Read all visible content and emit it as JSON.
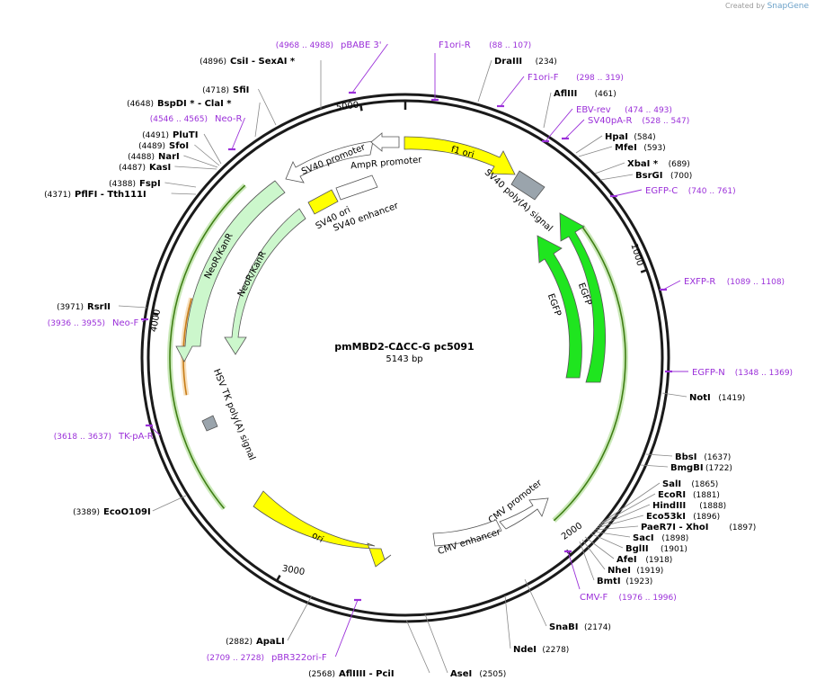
{
  "credit": {
    "prefix": "Created by",
    "brand": "SnapGene"
  },
  "plasmid": {
    "name": "pmMBD2-CΔCC-G pc5091",
    "size": "5143 bp",
    "length": 5143
  },
  "ticks": [
    {
      "bp": 1000,
      "label": "1000"
    },
    {
      "bp": 2000,
      "label": "2000"
    },
    {
      "bp": 3000,
      "label": "3000"
    },
    {
      "bp": 4000,
      "label": "4000"
    },
    {
      "bp": 5000,
      "label": "5000"
    }
  ],
  "sites": [
    {
      "name": "DraIII",
      "pos": "(234)"
    },
    {
      "name": "AflIII",
      "pos": "(461)"
    },
    {
      "name": "HpaI",
      "pos": "(584)"
    },
    {
      "name": "MfeI",
      "pos": "(593)"
    },
    {
      "name": "XbaI *",
      "pos": "(689)"
    },
    {
      "name": "BsrGI",
      "pos": "(700)"
    },
    {
      "name": "NotI",
      "pos": "(1419)"
    },
    {
      "name": "BbsI",
      "pos": "(1637)"
    },
    {
      "name": "BmgBI",
      "pos": "(1722)"
    },
    {
      "name": "SalI",
      "pos": "(1865)"
    },
    {
      "name": "EcoRI",
      "pos": "(1881)"
    },
    {
      "name": "HindIII",
      "pos": "(1888)"
    },
    {
      "name": "Eco53kI",
      "pos": "(1896)"
    },
    {
      "name": "PaeR7I  - XhoI",
      "pos": "(1897)"
    },
    {
      "name": "SacI",
      "pos": "(1898)"
    },
    {
      "name": "BglII",
      "pos": "(1901)"
    },
    {
      "name": "AfeI",
      "pos": "(1918)"
    },
    {
      "name": "NheI",
      "pos": "(1919)"
    },
    {
      "name": "BmtI",
      "pos": "(1923)"
    },
    {
      "name": "SnaBI",
      "pos": "(2174)"
    },
    {
      "name": "NdeI",
      "pos": "(2278)"
    },
    {
      "name": "AseI",
      "pos": "(2505)"
    },
    {
      "name": "AflIIII  - PciI",
      "pos": "(2568)"
    },
    {
      "name": "ApaLI",
      "pos": "(2882)"
    },
    {
      "name": "EcoO109I",
      "pos": "(3389)"
    },
    {
      "name": "RsrII",
      "pos": "(3971)"
    },
    {
      "name": "PflFI  - Tth111I",
      "pos": "(4371)"
    },
    {
      "name": "FspI",
      "pos": "(4388)"
    },
    {
      "name": "KasI",
      "pos": "(4487)"
    },
    {
      "name": "NarI",
      "pos": "(4488)"
    },
    {
      "name": "SfoI",
      "pos": "(4489)"
    },
    {
      "name": "PluTI",
      "pos": "(4491)"
    },
    {
      "name": "BspDI *  - ClaI *",
      "pos": "(4648)"
    },
    {
      "name": "SfiI",
      "pos": "(4718)"
    },
    {
      "name": "CsiI  - SexAI *",
      "pos": "(4896)"
    }
  ],
  "primers": [
    {
      "name": "F1ori-R",
      "range": "(88 .. 107)"
    },
    {
      "name": "F1ori-F",
      "range": "(298 .. 319)"
    },
    {
      "name": "EBV-rev",
      "range": "(474 .. 493)"
    },
    {
      "name": "SV40pA-R",
      "range": "(528 .. 547)"
    },
    {
      "name": "EGFP-C",
      "range": "(740 .. 761)"
    },
    {
      "name": "EXFP-R",
      "range": "(1089 .. 1108)"
    },
    {
      "name": "EGFP-N",
      "range": "(1348 .. 1369)"
    },
    {
      "name": "CMV-F",
      "range": "(1976 .. 1996)"
    },
    {
      "name": "pBR322ori-F",
      "range": "(2709 .. 2728)"
    },
    {
      "name": "TK-pA-R",
      "range": "(3618 .. 3637)"
    },
    {
      "name": "Neo-F",
      "range": "(3936 .. 3955)"
    },
    {
      "name": "Neo-R",
      "range": "(4546 .. 4565)"
    },
    {
      "name": "pBABE 3'",
      "range": "(4968 .. 4988)"
    }
  ],
  "features": [
    {
      "name": "f1 ori",
      "kind": "rep_origin",
      "color": "#ffff00"
    },
    {
      "name": "SV40 poly(A) signal",
      "kind": "polyA",
      "color": "#9aa4ac"
    },
    {
      "name": "EGFP",
      "kind": "cds",
      "color": "#1fe51f"
    },
    {
      "name": "EGFP",
      "kind": "cds",
      "color": "#1fe51f"
    },
    {
      "name": "CMV promoter",
      "kind": "promoter",
      "color": "#ffffff"
    },
    {
      "name": "CMV enhancer",
      "kind": "enhancer",
      "color": "#ffffff"
    },
    {
      "name": "ori",
      "kind": "rep_origin",
      "color": "#ffff00"
    },
    {
      "name": "HSV TK poly(A) signal",
      "kind": "polyA",
      "color": "#9aa4ac"
    },
    {
      "name": "NeoR/KanR",
      "kind": "cds",
      "color": "#ccf7cc"
    },
    {
      "name": "NeoR/KanR",
      "kind": "cds",
      "color": "#ccf7cc"
    },
    {
      "name": "SV40 ori",
      "kind": "rep_origin",
      "color": "#ffff00"
    },
    {
      "name": "SV40 enhancer",
      "kind": "enhancer",
      "color": "#ffffff"
    },
    {
      "name": "SV40 promoter",
      "kind": "promoter",
      "color": "#ffffff"
    },
    {
      "name": "AmpR promoter",
      "kind": "promoter",
      "color": "#ffffff"
    }
  ],
  "colors": {
    "site": "#000000",
    "primer": "#9b30d9",
    "backbone": "#1a1a1a",
    "orf_green": "#6bbf3a",
    "orf_orange": "#e8a33c"
  }
}
